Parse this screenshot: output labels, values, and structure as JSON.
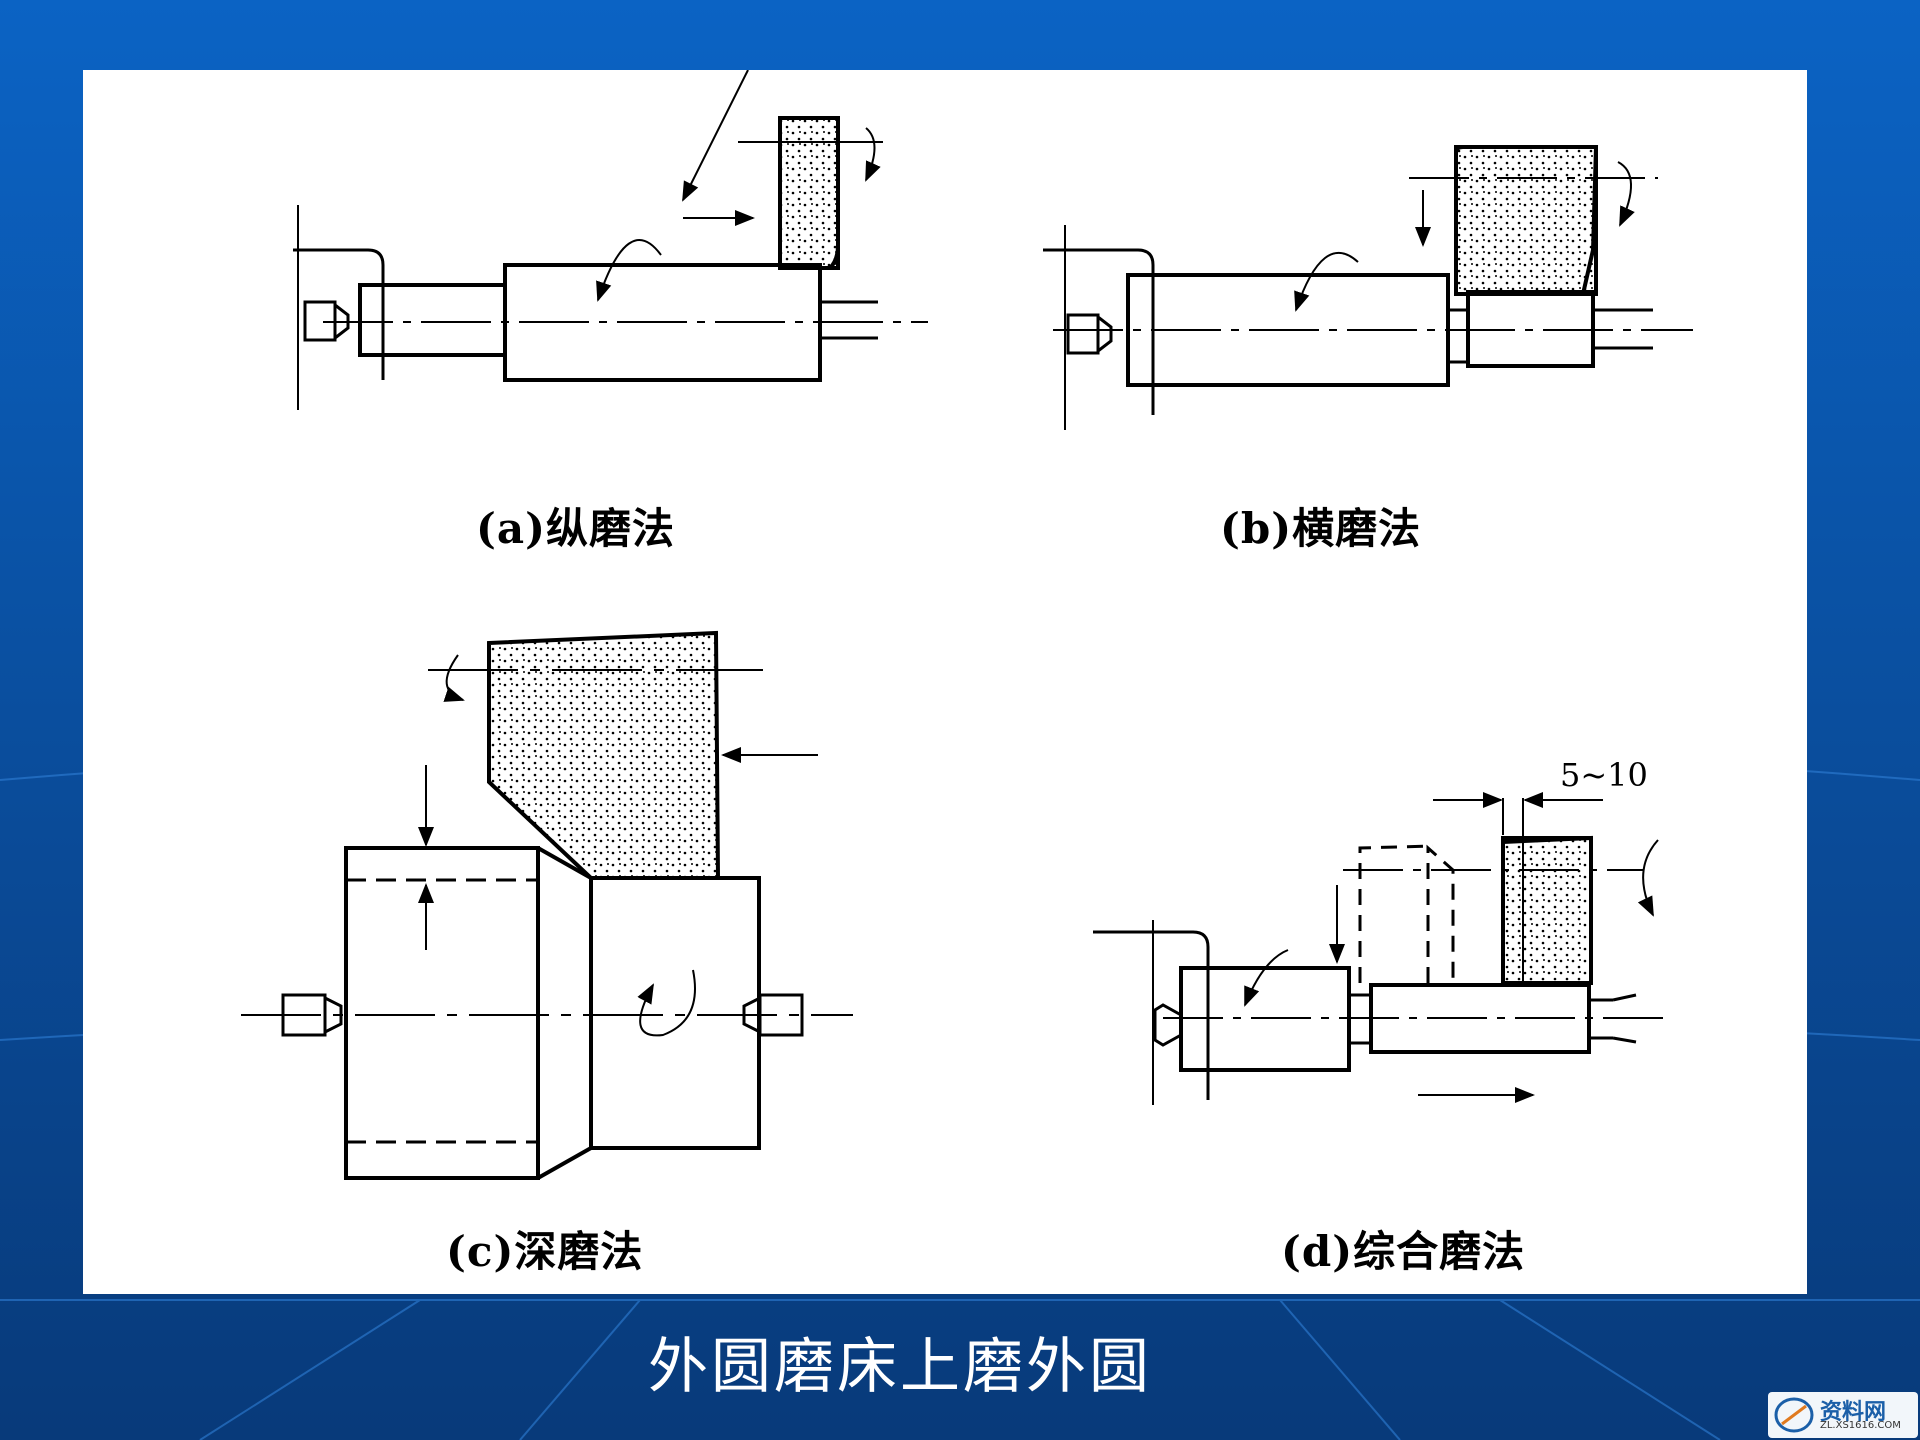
{
  "panels": [
    {
      "id": "a",
      "label": "(a)纵磨法"
    },
    {
      "id": "b",
      "label": "(b)横磨法"
    },
    {
      "id": "c",
      "label": "(c)深磨法"
    },
    {
      "id": "d",
      "label": "(d)综合磨法"
    }
  ],
  "dimension_label": "5~10",
  "caption": "外圆磨床上磨外圆",
  "watermark": {
    "text": "资料网",
    "sub": "ZL.XS1616.COM"
  },
  "colors": {
    "slide_bg": "#0a57b3",
    "panel_bg": "#ffffff",
    "ink": "#000000"
  }
}
